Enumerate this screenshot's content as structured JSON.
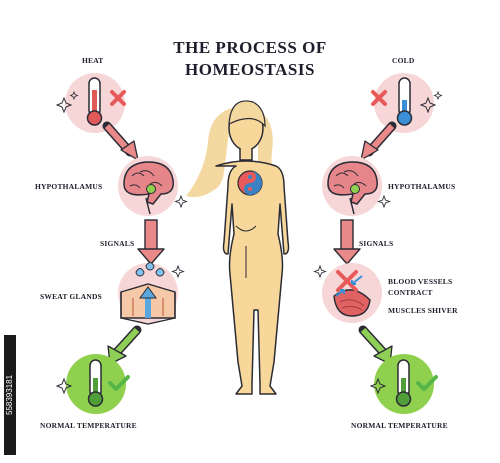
{
  "title": {
    "line1": "THE PROCESS OF",
    "line2": "HOMEOSTASIS"
  },
  "left": {
    "trigger": "HEAT",
    "organ": "HYPOTHALAMUS",
    "signals": "SIGNALS",
    "response": "SWEAT GLANDS",
    "result": "NORMAL TEMPERATURE"
  },
  "right": {
    "trigger": "COLD",
    "organ": "HYPOTHALAMUS",
    "signals": "SIGNALS",
    "response_line1": "BLOOD VESSELS",
    "response_line2": "CONTRACT",
    "response_line3": "MUSCLES SHIVER",
    "result": "NORMAL TEMPERATURE"
  },
  "stock_id": "558393181",
  "colors": {
    "heat_circle": "#f6d6d6",
    "cold_circle": "#f6d6d6",
    "brain_circle": "#f6d6d6",
    "normal_circle": "#8fd14f",
    "arrow_red": "#e98989",
    "arrow_green": "#8fcf56",
    "skin": "#f8d79a",
    "hair": "#f3d9a0",
    "cross": "#e85a5a",
    "check": "#56b648"
  }
}
